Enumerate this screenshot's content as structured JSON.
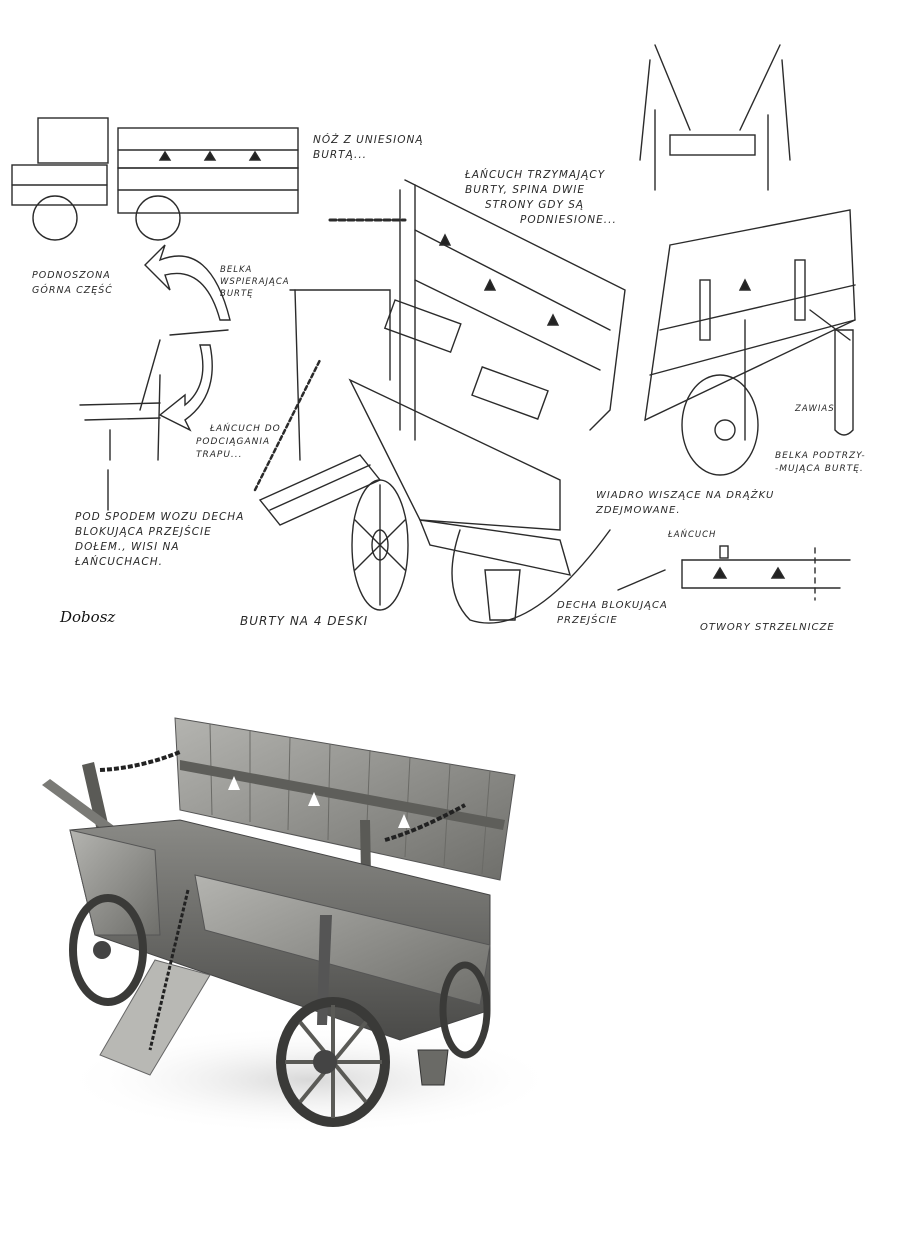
{
  "sketch": {
    "notes": {
      "knife": [
        "Nóż z uniesioną",
        "burtą..."
      ],
      "chain_top": [
        "Łańcuch trzymający",
        "burty, spina dwie",
        "strony gdy są",
        "podniesione..."
      ],
      "raised_part": [
        "Podnoszona",
        "górna część"
      ],
      "support_beam": [
        "Belka",
        "wspierająca",
        "burtę"
      ],
      "ramp_chain": [
        "Łańcuch do",
        "podciągania",
        "trapu..."
      ],
      "under_board": [
        "Pod spodem wozu decha",
        "blokująca przejście",
        "dołem., wisi na",
        "łańcuchach."
      ],
      "sides": "Burty na 4 deski",
      "bucket": [
        "Wiadro wiszące na drążku",
        "zdejmowane."
      ],
      "blocking_board": [
        "Decha blokująca",
        "przejście"
      ],
      "chain_small": "Łańcuch",
      "loopholes": "Otwory strzelnicze",
      "hinge": "Zawias",
      "beam_support": [
        "Belka podtrzy-",
        "-mująca burtę."
      ]
    },
    "signature": "Dobosz"
  },
  "colors": {
    "ink": "#2a2a2a",
    "wood_light": "#a9a9a6",
    "wood_dark": "#4a4a48"
  }
}
